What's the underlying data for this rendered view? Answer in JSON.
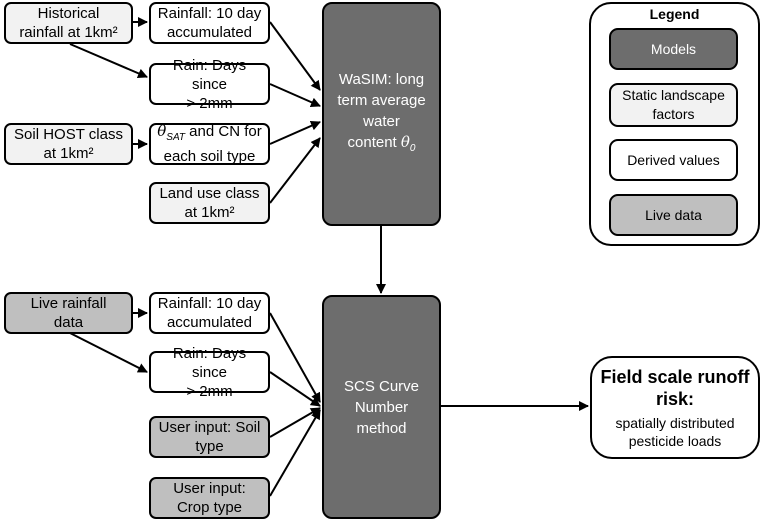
{
  "inputs": {
    "historical_rainfall": "Historical\nrainfall at 1km²",
    "soil_host": "Soil HOST class\nat 1km²",
    "live_rainfall": "Live rainfall\ndata"
  },
  "upper": {
    "rainfall_10day": "Rainfall: 10 day\naccumulated",
    "rain_days": "Rain: Days since\n> 2mm",
    "theta_sat_symbol": "θ",
    "theta_sat_sub": "SAT",
    "theta_sat_text": " and CN for",
    "theta_sat_line2": "each soil type",
    "land_use": "Land use class\nat 1km²"
  },
  "lower": {
    "rainfall_10day": "Rainfall: 10 day\naccumulated",
    "rain_days": "Rain: Days since\n> 2mm",
    "user_soil": "User input: Soil\ntype",
    "user_crop": "User input:\nCrop type"
  },
  "models": {
    "wasim_text": "WaSIM: long\nterm average\nwater\ncontent ",
    "wasim_symbol": "θ",
    "wasim_sub": "0",
    "scs": "SCS Curve\nNumber\nmethod"
  },
  "result": {
    "title": "Field scale runoff\nrisk:",
    "subtitle": "spatially distributed\npesticide loads"
  },
  "legend": {
    "title": "Legend",
    "models": "Models",
    "static": "Static landscape\nfactors",
    "derived": "Derived values",
    "live": "Live data"
  },
  "colors": {
    "models": "#6d6d6d",
    "static": "#f2f2f2",
    "derived": "#ffffff",
    "live": "#bfbfbf"
  }
}
